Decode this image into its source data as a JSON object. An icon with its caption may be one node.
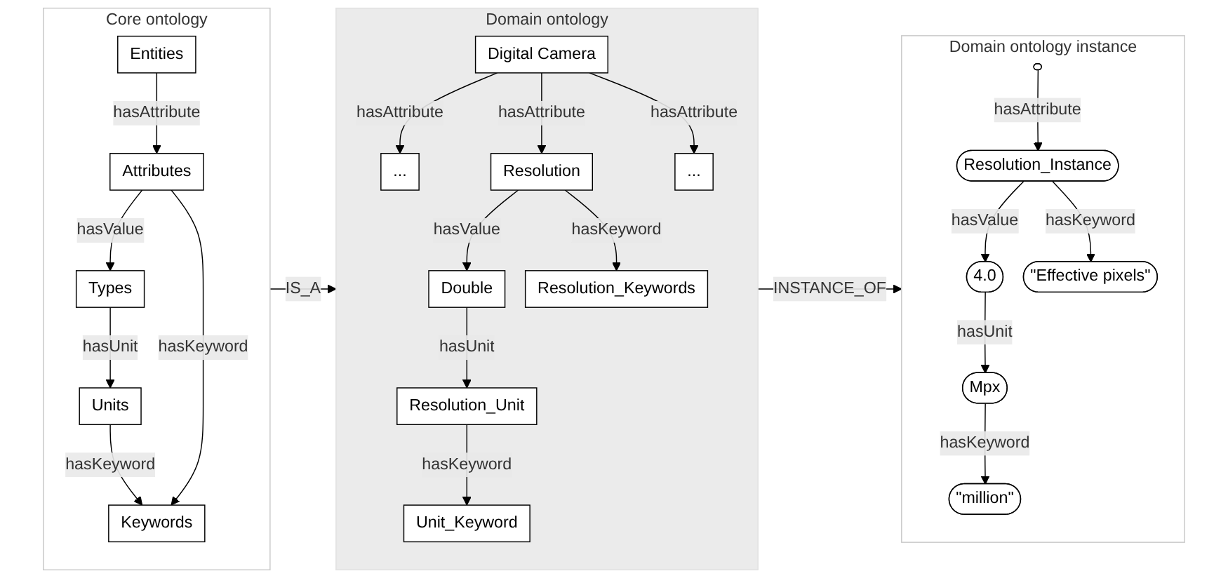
{
  "diagram": {
    "nodes": [
      {
        "text": [
          "Core ontology"
        ]
      },
      {
        "text": [
          "Entities"
        ],
        "in": 0
      },
      {
        "text": [
          "Attributes"
        ],
        "in": 0
      },
      {
        "text": [
          "Types"
        ],
        "in": 0
      },
      {
        "text": [
          "Units"
        ],
        "in": 0
      },
      {
        "text": [
          "Keywords"
        ],
        "in": 0
      },
      {
        "text": [
          "Domain ontology"
        ]
      },
      {
        "text": [
          "Digital Camera"
        ],
        "in": 6
      },
      {
        "text": [
          "..."
        ],
        "in": 6
      },
      {
        "text": [
          "Resolution"
        ],
        "in": 6
      },
      {
        "text": [
          "..."
        ],
        "in": 6
      },
      {
        "text": [
          "Double"
        ],
        "in": 6
      },
      {
        "text": [
          "Resolution_Unit"
        ],
        "in": 6
      },
      {
        "text": [
          "Resolution_Keywords"
        ],
        "in": 6
      },
      {
        "text": [
          "Unit_Keyword"
        ],
        "in": 6
      },
      {
        "text": [
          "Domain ontology instance"
        ]
      },
      {
        "text": [],
        "shape": "ellipse",
        "in": 15
      },
      {
        "text": [
          "Resolution_Instance"
        ],
        "in": 15
      },
      {
        "text": [
          "4.0"
        ],
        "in": 15
      },
      {
        "text": [
          "Mpx"
        ],
        "in": 15
      },
      {
        "text": [
          "\"Effective pixels\""
        ],
        "in": 15
      },
      {
        "text": [
          "\"million\""
        ],
        "in": 15
      }
    ],
    "edges": [
      {
        "from": 1,
        "to": 2,
        "arrow": "to",
        "label": "hasAttribute"
      },
      {
        "from": 2,
        "to": 3,
        "arrow": "to",
        "label": "hasValue"
      },
      {
        "from": 3,
        "to": 4,
        "arrow": "to",
        "label": "hasUnit"
      },
      {
        "from": 4,
        "to": 5,
        "arrow": "to",
        "label": "hasKeyword"
      },
      {
        "from": 2,
        "to": 5,
        "arrow": "to",
        "label": "hasKeyword"
      },
      {
        "from": 7,
        "to": 8,
        "arrow": "to",
        "label": "hasAttribute"
      },
      {
        "from": 7,
        "to": 9,
        "arrow": "to",
        "label": "hasAttribute"
      },
      {
        "from": 7,
        "to": 10,
        "arrow": "to",
        "label": "hasAttribute"
      },
      {
        "from": 9,
        "to": 11,
        "arrow": "to",
        "label": "hasValue"
      },
      {
        "from": 11,
        "to": 12,
        "arrow": "to",
        "label": "hasUnit"
      },
      {
        "from": 12,
        "to": 14,
        "arrow": "to",
        "label": "hasKeyword"
      },
      {
        "from": 9,
        "to": 13,
        "arrow": "to",
        "label": "hasKeyword"
      },
      {
        "from": 16,
        "to": 17,
        "arrow": "to",
        "label": "hasAttribute"
      },
      {
        "from": 17,
        "to": 18,
        "arrow": "to",
        "label": "hasValue"
      },
      {
        "from": 18,
        "to": 19,
        "arrow": "to",
        "label": "hasUnit"
      },
      {
        "from": 19,
        "to": 21,
        "arrow": "to",
        "label": "hasKeyword"
      },
      {
        "from": 17,
        "to": 20,
        "arrow": "to",
        "label": "hasKeyword"
      },
      {
        "from": 0,
        "to": 6,
        "arrow": "to",
        "label": "IS_A"
      },
      {
        "from": 6,
        "to": 15,
        "arrow": "to",
        "label": "INSTANCE_OF"
      }
    ]
  }
}
